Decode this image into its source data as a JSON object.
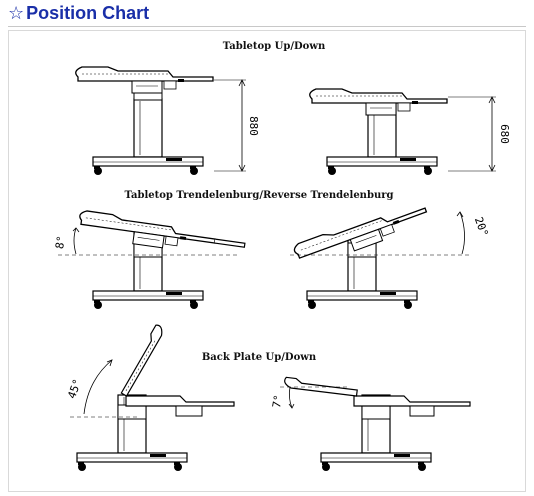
{
  "header": {
    "star_icon": "star-outline-icon",
    "title": "Position Chart",
    "title_color": "#1a2fa8"
  },
  "sections": [
    {
      "id": "up_down",
      "title": "Tabletop Up/Down",
      "dims": [
        "880",
        "680"
      ]
    },
    {
      "id": "trend",
      "title": "Tabletop Trendelenburg/Reverse Trendelenburg",
      "dims": [
        "8°",
        "20°"
      ]
    },
    {
      "id": "back",
      "title": "Back Plate Up/Down",
      "dims": [
        "45°",
        "7°"
      ]
    }
  ]
}
